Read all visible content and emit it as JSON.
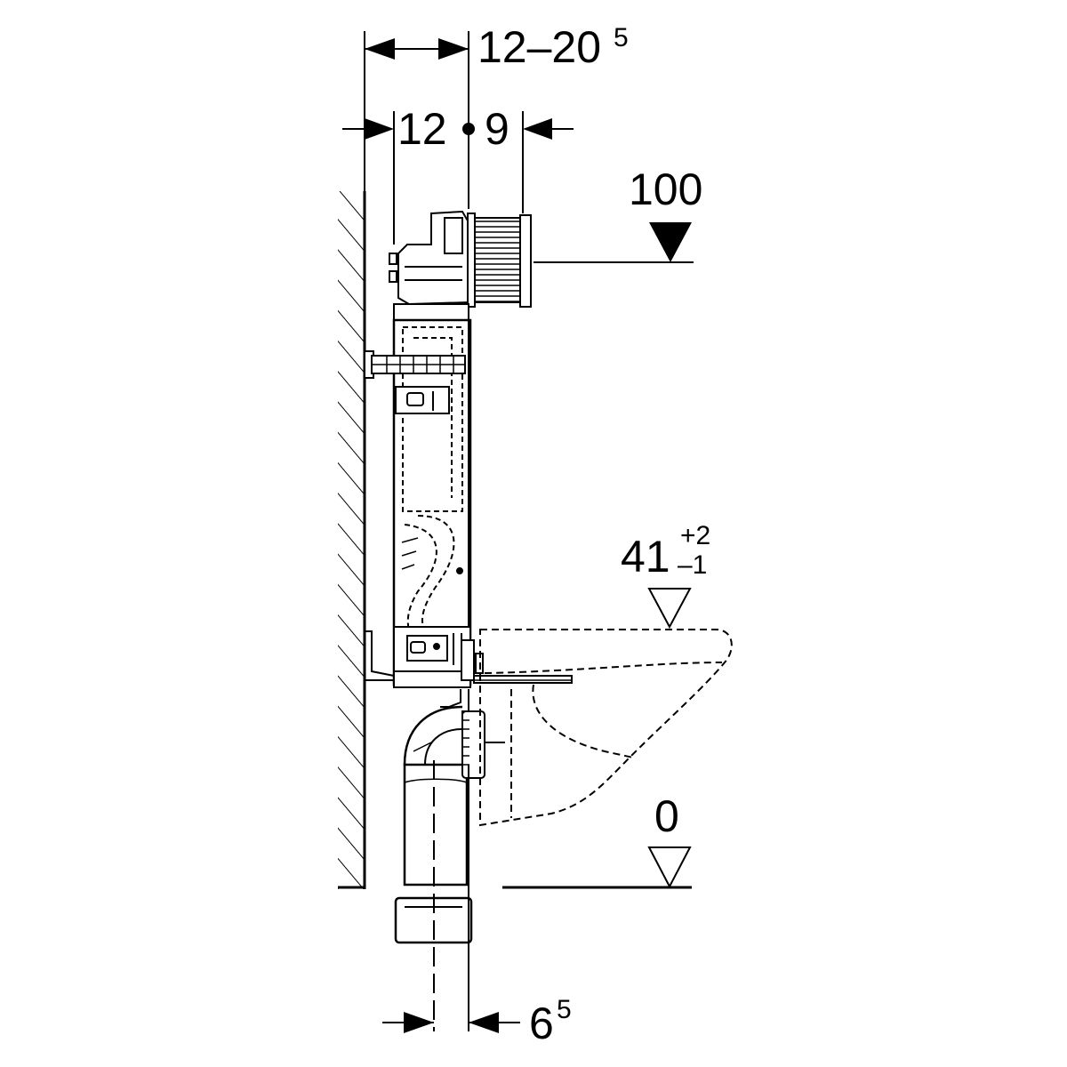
{
  "dimensions": {
    "wall_offset": {
      "value": "12–20",
      "superscript": "5"
    },
    "depth_left": "12",
    "depth_right": "9",
    "flush_height": "100",
    "seat_height": {
      "value": "41",
      "tolerance_upper": "+2",
      "tolerance_lower": "–1"
    },
    "floor_level": "0",
    "pipe_offset": {
      "value": "6",
      "superscript": "5"
    }
  }
}
